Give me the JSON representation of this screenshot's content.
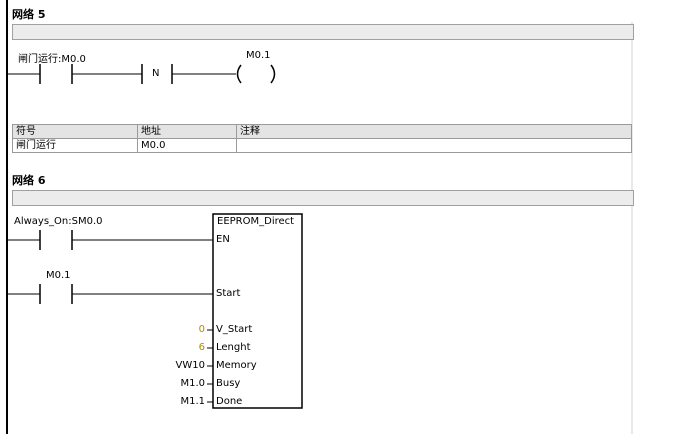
{
  "network5": {
    "title": "网络 5",
    "contact_label": "闸门运行:M0.0",
    "n_label": "N",
    "coil_label": "M0.1",
    "symbol_table": {
      "headers": [
        "符号",
        "地址",
        "注释"
      ],
      "row": [
        "闸门运行",
        "M0.0",
        ""
      ]
    }
  },
  "network6": {
    "title": "网络 6",
    "contact1_label": "Always_On:SM0.0",
    "contact2_label": "M0.1",
    "block": {
      "name": "EEPROM_Direct",
      "en": "EN",
      "start": "Start",
      "inputs": [
        {
          "value": "0",
          "pin": "V_Start"
        },
        {
          "value": "6",
          "pin": "Lenght"
        },
        {
          "value": "VW10",
          "pin": "Memory"
        },
        {
          "value": "M1.0",
          "pin": "Busy"
        },
        {
          "value": "M1.1",
          "pin": "Done"
        }
      ]
    }
  },
  "colors": {
    "constant": "#b08a00",
    "wire": "#000000",
    "bar": "#ececec"
  }
}
